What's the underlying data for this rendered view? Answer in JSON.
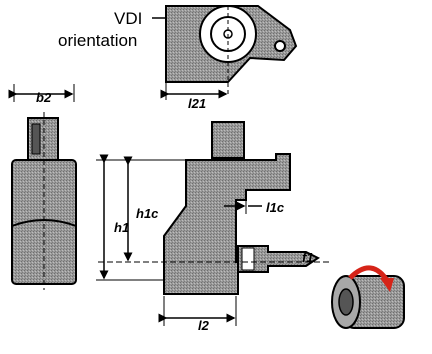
{
  "annotation": {
    "line1": "VDI",
    "line2": "orientation"
  },
  "dimensions": {
    "b2": "b2",
    "l21": "l21",
    "h1": "h1",
    "h1c": "h1c",
    "f1": "f1",
    "l1c": "l1c",
    "l2": "l2"
  },
  "colors": {
    "body": "#8c8c8c",
    "body_light": "#a8a8a8",
    "outline": "#000000",
    "bore": "#ffffff",
    "rotation_arrow": "#d62418"
  }
}
